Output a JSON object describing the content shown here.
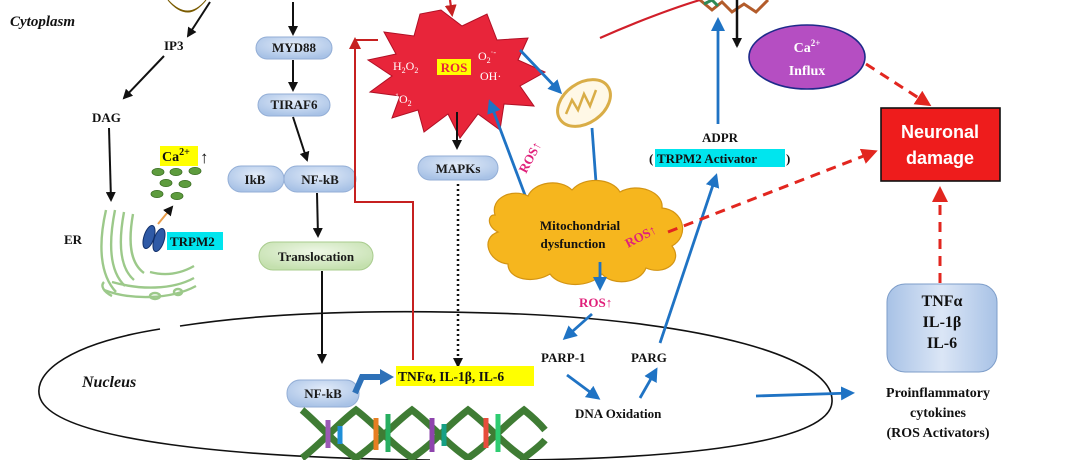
{
  "regions": {
    "cytoplasm": "Cytoplasm",
    "nucleus": "Nucleus"
  },
  "left_pathway": {
    "ip3": "IP3",
    "dag": "DAG",
    "er": "ER",
    "ca": "Ca",
    "ca_sup": "2+",
    "ca_arrow": "↑",
    "trpm2": "TRPM2"
  },
  "tlr_pathway": {
    "myd88": "MYD88",
    "tiraf6": "TIRAF6",
    "ikb": "IkB",
    "nfkb": "NF-kB",
    "translocation": "Translocation",
    "nfkb_nucleus": "NF-kB",
    "cytokine_genes": "TNFα, IL-1β, IL-6"
  },
  "ros_burst": {
    "center": "ROS",
    "h2o2_pre": "H",
    "h2o2_s1": "2",
    "h2o2_mid": "O",
    "h2o2_s2": "2",
    "o2_pre": "O",
    "o2_sub": "2",
    "o2_sup": "·-",
    "oh": "OH·",
    "so_sup": "1",
    "so_pre": "O",
    "so_sub": "2"
  },
  "mapks": "MAPKs",
  "mito": {
    "line1": "Mitochondrial",
    "line2": "dysfunction"
  },
  "ros_labels": {
    "ros_up_1": "ROS↑",
    "ros_up_2": "ROS↑",
    "ros_up_3": "ROS↑"
  },
  "dna_repair": {
    "parp1": "PARP-1",
    "parg": "PARG",
    "dna_oxidation": "DNA Oxidation"
  },
  "adpr": {
    "title": "ADPR",
    "activator": "TRPM2 Activator",
    "open": "(",
    "close": ")"
  },
  "ca_influx": {
    "ca": "Ca",
    "sup": "2+",
    "influx": "Influx"
  },
  "neuronal_damage": {
    "line1": "Neuronal",
    "line2": "damage"
  },
  "cytokine_box": {
    "items": [
      "TNFα",
      "IL-1β",
      "IL-6"
    ]
  },
  "proinflammatory": {
    "line1": "Proinflammatory",
    "line2": "cytokines",
    "line3": "(ROS Activators)"
  },
  "colors": {
    "pill_blue": "#bcd1ee",
    "pill_green": "#d6ebc6",
    "ros_red": "#e8253a",
    "mito_yellow": "#f6b61e",
    "damage_red": "#ee1c1c",
    "ca_purple": "#b54ec2",
    "arrow_blue": "#1f73c4",
    "highlight_yellow": "#ffff00",
    "highlight_cyan": "#00e5ee"
  }
}
